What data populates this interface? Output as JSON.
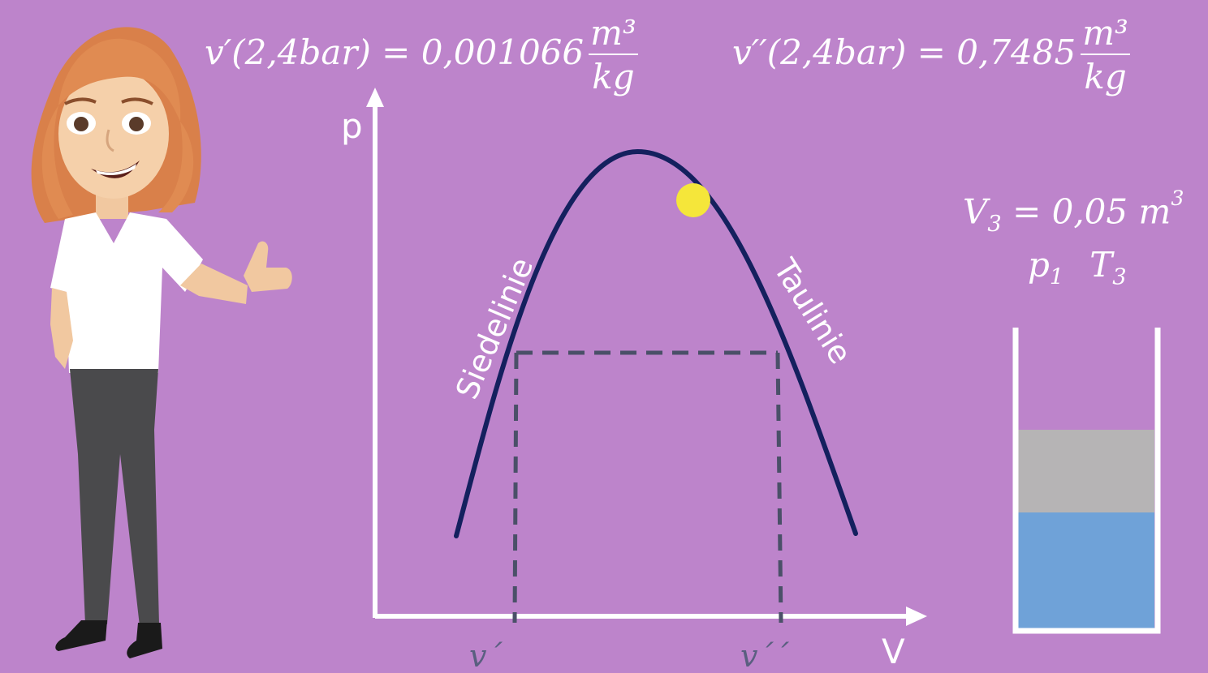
{
  "equations": {
    "v_prime_lhs": "v′(2,4bar) = 0,001066",
    "v_prime_unit_num": "m³",
    "v_prime_unit_den": "kg",
    "v_dprime_lhs": "v′′(2,4bar) = 0,7485",
    "v_dprime_unit_num": "m³",
    "v_dprime_unit_den": "kg"
  },
  "side_info": {
    "volume_symbol": "V",
    "volume_sub": "3",
    "volume_rest": " = 0,05 m",
    "volume_exp": "3",
    "p_symbol": "p",
    "p_sub": "1",
    "t_symbol": "T",
    "t_sub": "3"
  },
  "diagram": {
    "y_axis_label": "p",
    "x_axis_label": "V",
    "left_curve_label": "Siedelinie",
    "right_curve_label": "Taulinie",
    "x_tick_left": "v´",
    "x_tick_right": "v´´",
    "colors": {
      "curve": "#14205e",
      "dashed": "#4a5068",
      "axes": "#ffffff",
      "critical_point": "#f5e63a"
    }
  },
  "container": {
    "gas_color": "#b6b4b5",
    "liquid_color": "#6fa2d8",
    "wall_color": "#ffffff"
  }
}
